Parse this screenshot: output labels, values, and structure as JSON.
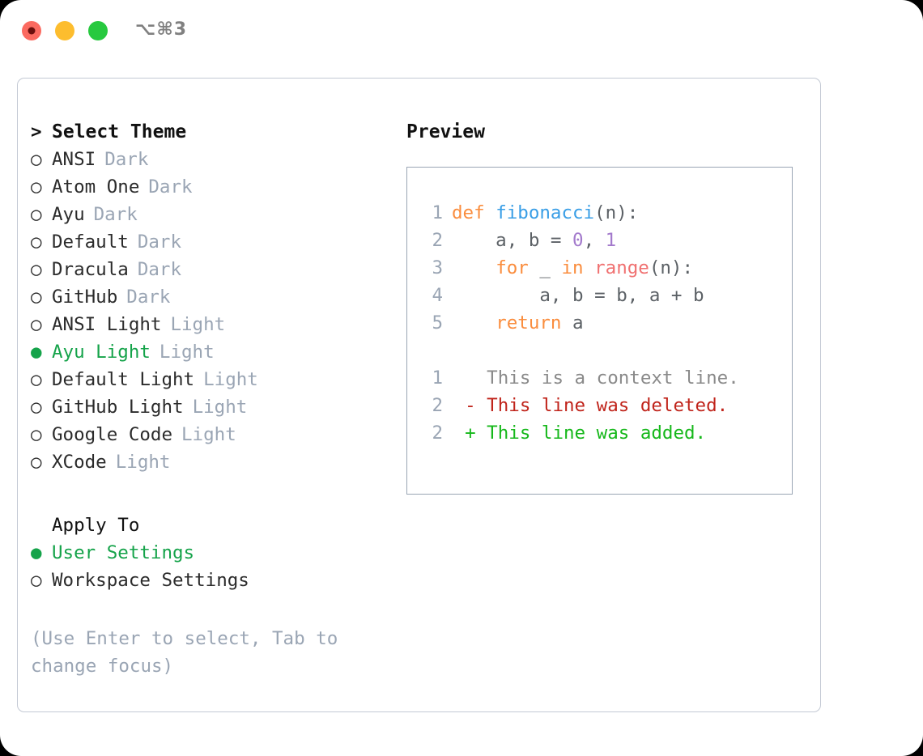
{
  "titlebar": {
    "traffic_lights": [
      {
        "name": "close",
        "color": "#fb6a60",
        "recording": true
      },
      {
        "name": "minimize",
        "color": "#fdbd2e",
        "recording": false
      },
      {
        "name": "zoom",
        "color": "#27c93f",
        "recording": false
      }
    ],
    "shortcut": "⌥⌘3"
  },
  "theme_picker": {
    "caret": ">",
    "title": "Select Theme",
    "marker_unselected": "○",
    "marker_selected": "●",
    "items": [
      {
        "name": "ANSI",
        "tag": "Dark",
        "selected": false
      },
      {
        "name": "Atom One",
        "tag": "Dark",
        "selected": false
      },
      {
        "name": "Ayu",
        "tag": "Dark",
        "selected": false
      },
      {
        "name": "Default",
        "tag": "Dark",
        "selected": false
      },
      {
        "name": "Dracula",
        "tag": "Dark",
        "selected": false
      },
      {
        "name": "GitHub",
        "tag": "Dark",
        "selected": false
      },
      {
        "name": "ANSI Light",
        "tag": "Light",
        "selected": false
      },
      {
        "name": "Ayu Light",
        "tag": "Light",
        "selected": true
      },
      {
        "name": "Default Light",
        "tag": "Light",
        "selected": false
      },
      {
        "name": "GitHub Light",
        "tag": "Light",
        "selected": false
      },
      {
        "name": "Google Code",
        "tag": "Light",
        "selected": false
      },
      {
        "name": "XCode",
        "tag": "Light",
        "selected": false
      }
    ]
  },
  "apply_to": {
    "title": "Apply To",
    "items": [
      {
        "name": "User Settings",
        "selected": true
      },
      {
        "name": "Workspace Settings",
        "selected": false
      }
    ]
  },
  "hint": "(Use Enter to select, Tab to change focus)",
  "preview": {
    "title": "Preview",
    "code_lines": [
      {
        "number": "1",
        "tokens": [
          {
            "t": "def",
            "c": "kw"
          },
          {
            "t": " ",
            "c": "txt"
          },
          {
            "t": "fibonacci",
            "c": "fn"
          },
          {
            "t": "(n):",
            "c": "txt"
          }
        ]
      },
      {
        "number": "2",
        "tokens": [
          {
            "t": "    a, b = ",
            "c": "txt"
          },
          {
            "t": "0",
            "c": "num"
          },
          {
            "t": ", ",
            "c": "txt"
          },
          {
            "t": "1",
            "c": "num"
          }
        ]
      },
      {
        "number": "3",
        "tokens": [
          {
            "t": "    ",
            "c": "txt"
          },
          {
            "t": "for",
            "c": "kw"
          },
          {
            "t": " _ ",
            "c": "txt"
          },
          {
            "t": "in",
            "c": "kw"
          },
          {
            "t": " ",
            "c": "txt"
          },
          {
            "t": "range",
            "c": "call"
          },
          {
            "t": "(n):",
            "c": "txt"
          }
        ]
      },
      {
        "number": "4",
        "tokens": [
          {
            "t": "        a, b = b, a + b",
            "c": "txt"
          }
        ]
      },
      {
        "number": "5",
        "tokens": [
          {
            "t": "    ",
            "c": "txt"
          },
          {
            "t": "return",
            "c": "kw"
          },
          {
            "t": " a",
            "c": "txt"
          }
        ]
      }
    ],
    "diff_lines": [
      {
        "number": "1",
        "sign": " ",
        "text": "This is a context line.",
        "kind": "ctx"
      },
      {
        "number": "2",
        "sign": "-",
        "text": "This line was deleted.",
        "kind": "del"
      },
      {
        "number": "2",
        "sign": "+",
        "text": "This line was added.",
        "kind": "add"
      }
    ]
  },
  "colors": {
    "accent_green": "#15a34a",
    "muted": "#9aa5b4",
    "keyword": "#fa8d3e",
    "function": "#399ee6",
    "call": "#f07171",
    "number": "#a37acc",
    "diff_deleted": "#c0241b",
    "diff_added": "#16b81b",
    "panel_border": "#c3c9d4",
    "preview_border": "#9aa5b4"
  }
}
